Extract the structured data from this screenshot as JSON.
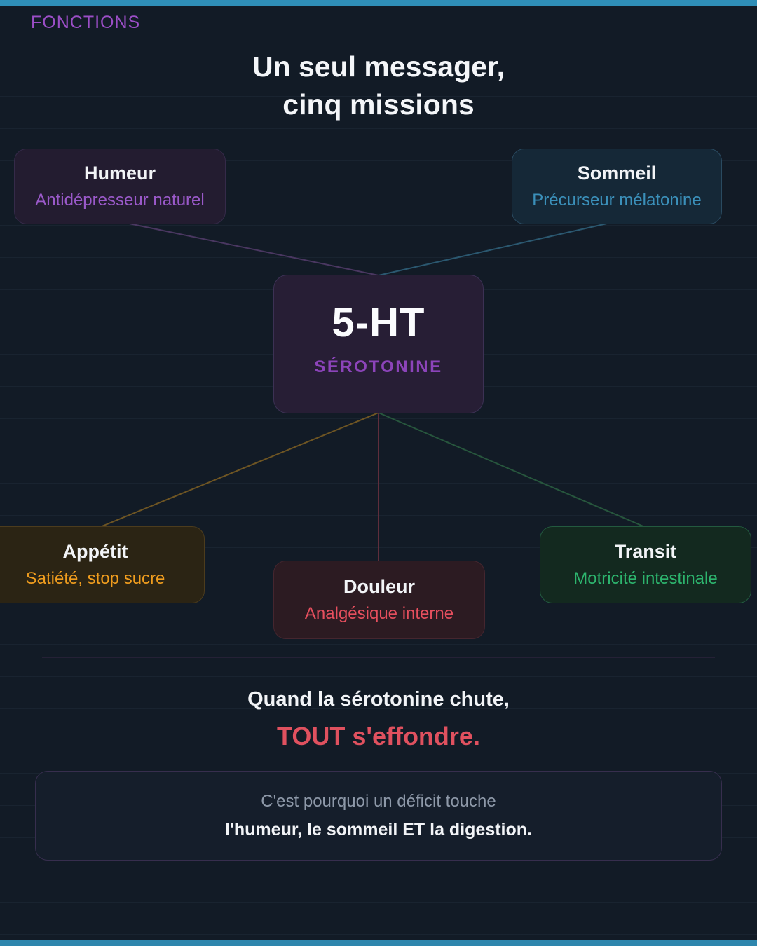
{
  "header": {
    "tag": "FONCTIONS",
    "title_line1": "Un seul messager,",
    "title_line2": "cinq missions"
  },
  "center_node": {
    "title": "5-HT",
    "subtitle": "SÉROTONINE",
    "accent": "#8c44ba"
  },
  "nodes": [
    {
      "id": "humeur",
      "title": "Humeur",
      "subtitle": "Antidépresseur naturel",
      "accent": "#9a59c9",
      "connector_color": "#4a3761"
    },
    {
      "id": "sommeil",
      "title": "Sommeil",
      "subtitle": "Précurseur mélatonine",
      "accent": "#3b90ba",
      "connector_color": "#2b5870"
    },
    {
      "id": "appetit",
      "title": "Appétit",
      "subtitle": "Satiété, stop sucre",
      "accent": "#f09d1e",
      "connector_color": "#6e5523"
    },
    {
      "id": "douleur",
      "title": "Douleur",
      "subtitle": "Analgésique interne",
      "accent": "#e64f5e",
      "connector_color": "#5f2e3c"
    },
    {
      "id": "transit",
      "title": "Transit",
      "subtitle": "Motricité intestinale",
      "accent": "#2db56e",
      "connector_color": "#27563d"
    }
  ],
  "footer": {
    "statement_line1": "Quand la sérotonine chute,",
    "statement_line2": "TOUT s'effondre.",
    "statement_line2_color": "#e0515f",
    "note_line1": "C'est pourquoi un déficit touche",
    "note_line2": "l'humeur, le sommeil ET la digestion."
  },
  "theme": {
    "background": "#121b26",
    "accent_bar": "#2f8fb8",
    "eyebrow_color": "#9b4ec6"
  }
}
